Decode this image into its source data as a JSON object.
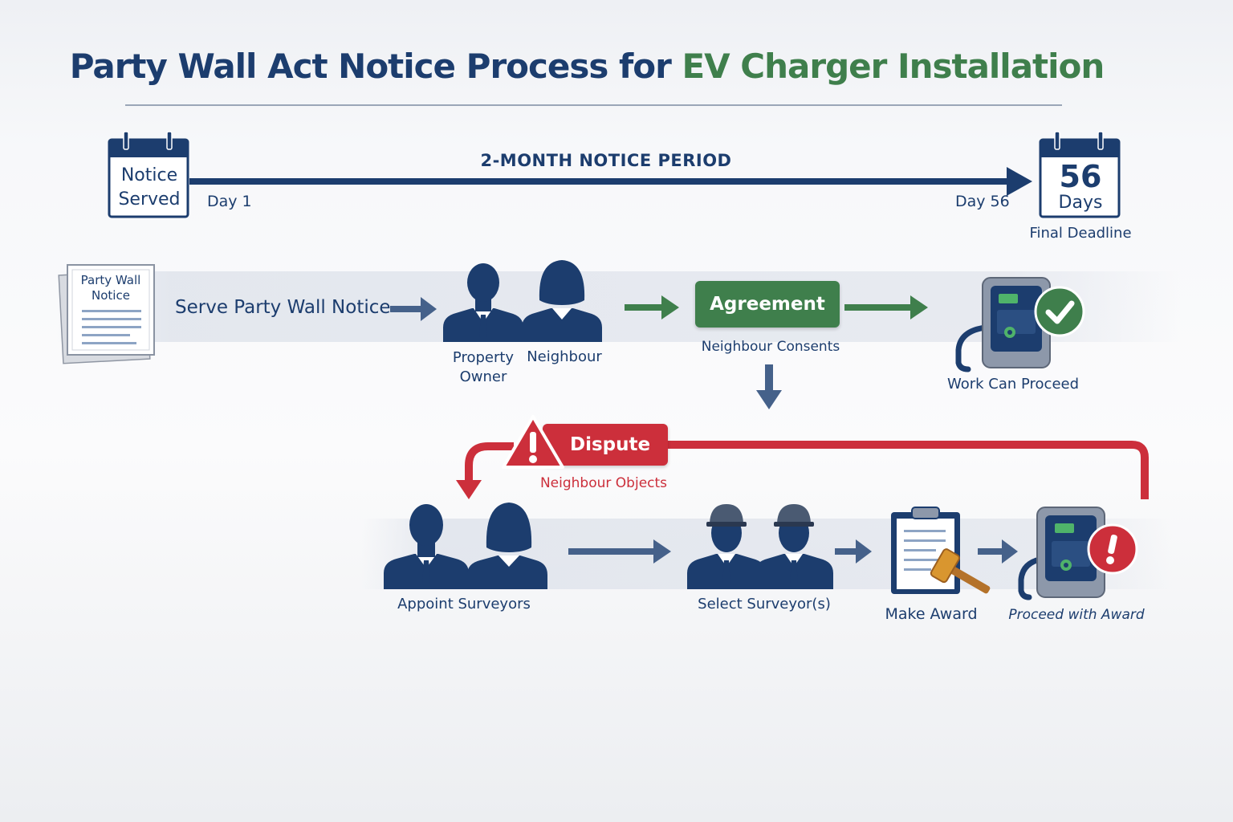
{
  "title": {
    "part1": "Party Wall Act Notice Process for ",
    "part2": "EV Charger Installation"
  },
  "colors": {
    "navy": "#1c3d6e",
    "green": "#3f7f4c",
    "red": "#cc2f3b",
    "arrow_blue": "#45618a"
  },
  "timeline": {
    "period_label": "2-MONTH NOTICE PERIOD",
    "start": {
      "line1": "Notice",
      "line2": "Served",
      "day_label": "Day 1",
      "icon": "calendar-icon"
    },
    "end": {
      "number": "56",
      "unit": "Days",
      "day_label": "Day 56",
      "caption": "Final Deadline",
      "icon": "calendar-icon"
    }
  },
  "flow_top": {
    "document": {
      "line1": "Party Wall",
      "line2": "Notice",
      "icon": "document-icon"
    },
    "serve_label": "Serve Party Wall Notice",
    "people": {
      "owner_line1": "Property",
      "owner_line2": "Owner",
      "neighbour": "Neighbour",
      "icon": "people-icon"
    },
    "agreement": {
      "label": "Agreement",
      "caption": "Neighbour Consents"
    },
    "outcome": {
      "caption": "Work Can Proceed",
      "icon": "ev-charger-check-icon"
    }
  },
  "dispute": {
    "label": "Dispute",
    "caption": "Neighbour Objects",
    "icon": "warning-icon"
  },
  "flow_bottom": {
    "appoint": {
      "label": "Appoint Surveyors",
      "icon": "people-icon"
    },
    "select": {
      "label": "Select Surveyor(s)",
      "icon": "surveyors-icon"
    },
    "award": {
      "label": "Make Award",
      "icon": "clipboard-gavel-icon"
    },
    "proceed": {
      "label": "Proceed with Award",
      "icon": "ev-charger-alert-icon"
    }
  }
}
